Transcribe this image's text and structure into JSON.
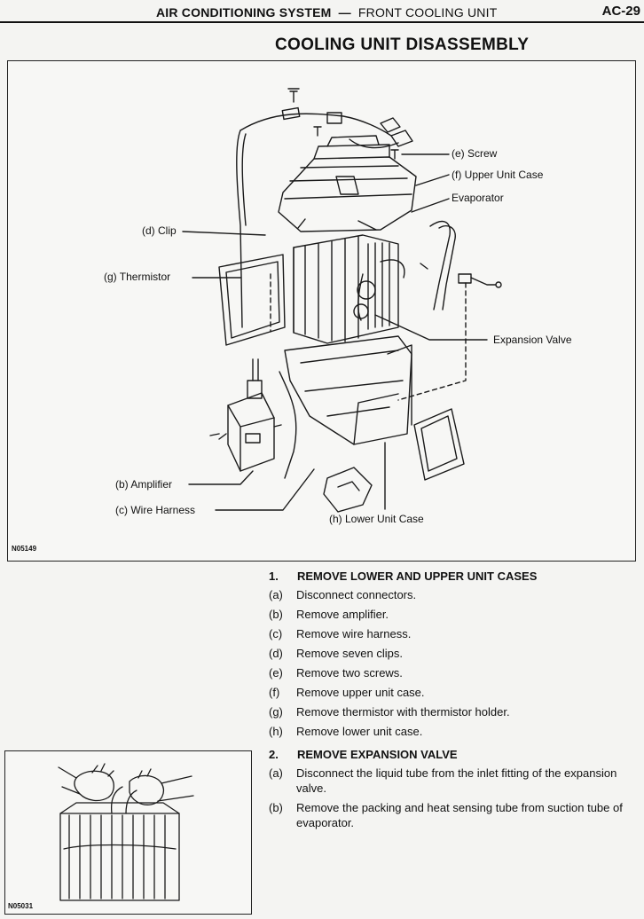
{
  "header": {
    "section": "AIR CONDITIONING SYSTEM",
    "separator": "—",
    "subsection": "FRONT COOLING UNIT",
    "page_number": "AC-29"
  },
  "title": "COOLING UNIT DISASSEMBLY",
  "figure1": {
    "code": "N05149",
    "callouts": {
      "screw": "(e) Screw",
      "upper_case": "(f) Upper Unit Case",
      "evaporator": "Evaporator",
      "clip": "(d) Clip",
      "thermistor": "(g) Thermistor",
      "expansion_valve": "Expansion Valve",
      "amplifier": "(b) Amplifier",
      "wire_harness": "(c) Wire Harness",
      "lower_case": "(h) Lower Unit Case"
    }
  },
  "figure2": {
    "code": "N05031"
  },
  "steps": [
    {
      "number": "1.",
      "heading": "REMOVE LOWER AND UPPER UNIT CASES",
      "items": [
        {
          "letter": "(a)",
          "text": "Disconnect connectors."
        },
        {
          "letter": "(b)",
          "text": "Remove amplifier."
        },
        {
          "letter": "(c)",
          "text": "Remove wire harness."
        },
        {
          "letter": "(d)",
          "text": "Remove seven clips."
        },
        {
          "letter": "(e)",
          "text": "Remove two screws."
        },
        {
          "letter": "(f)",
          "text": "Remove upper unit case."
        },
        {
          "letter": "(g)",
          "text": "Remove thermistor with thermistor holder."
        },
        {
          "letter": "(h)",
          "text": "Remove lower unit case."
        }
      ]
    },
    {
      "number": "2.",
      "heading": "REMOVE EXPANSION VALVE",
      "items": [
        {
          "letter": "(a)",
          "text": "Disconnect the liquid tube from the inlet fitting of the expansion valve."
        },
        {
          "letter": "(b)",
          "text": "Remove the packing and heat sensing tube from suction tube of evaporator."
        }
      ]
    }
  ]
}
